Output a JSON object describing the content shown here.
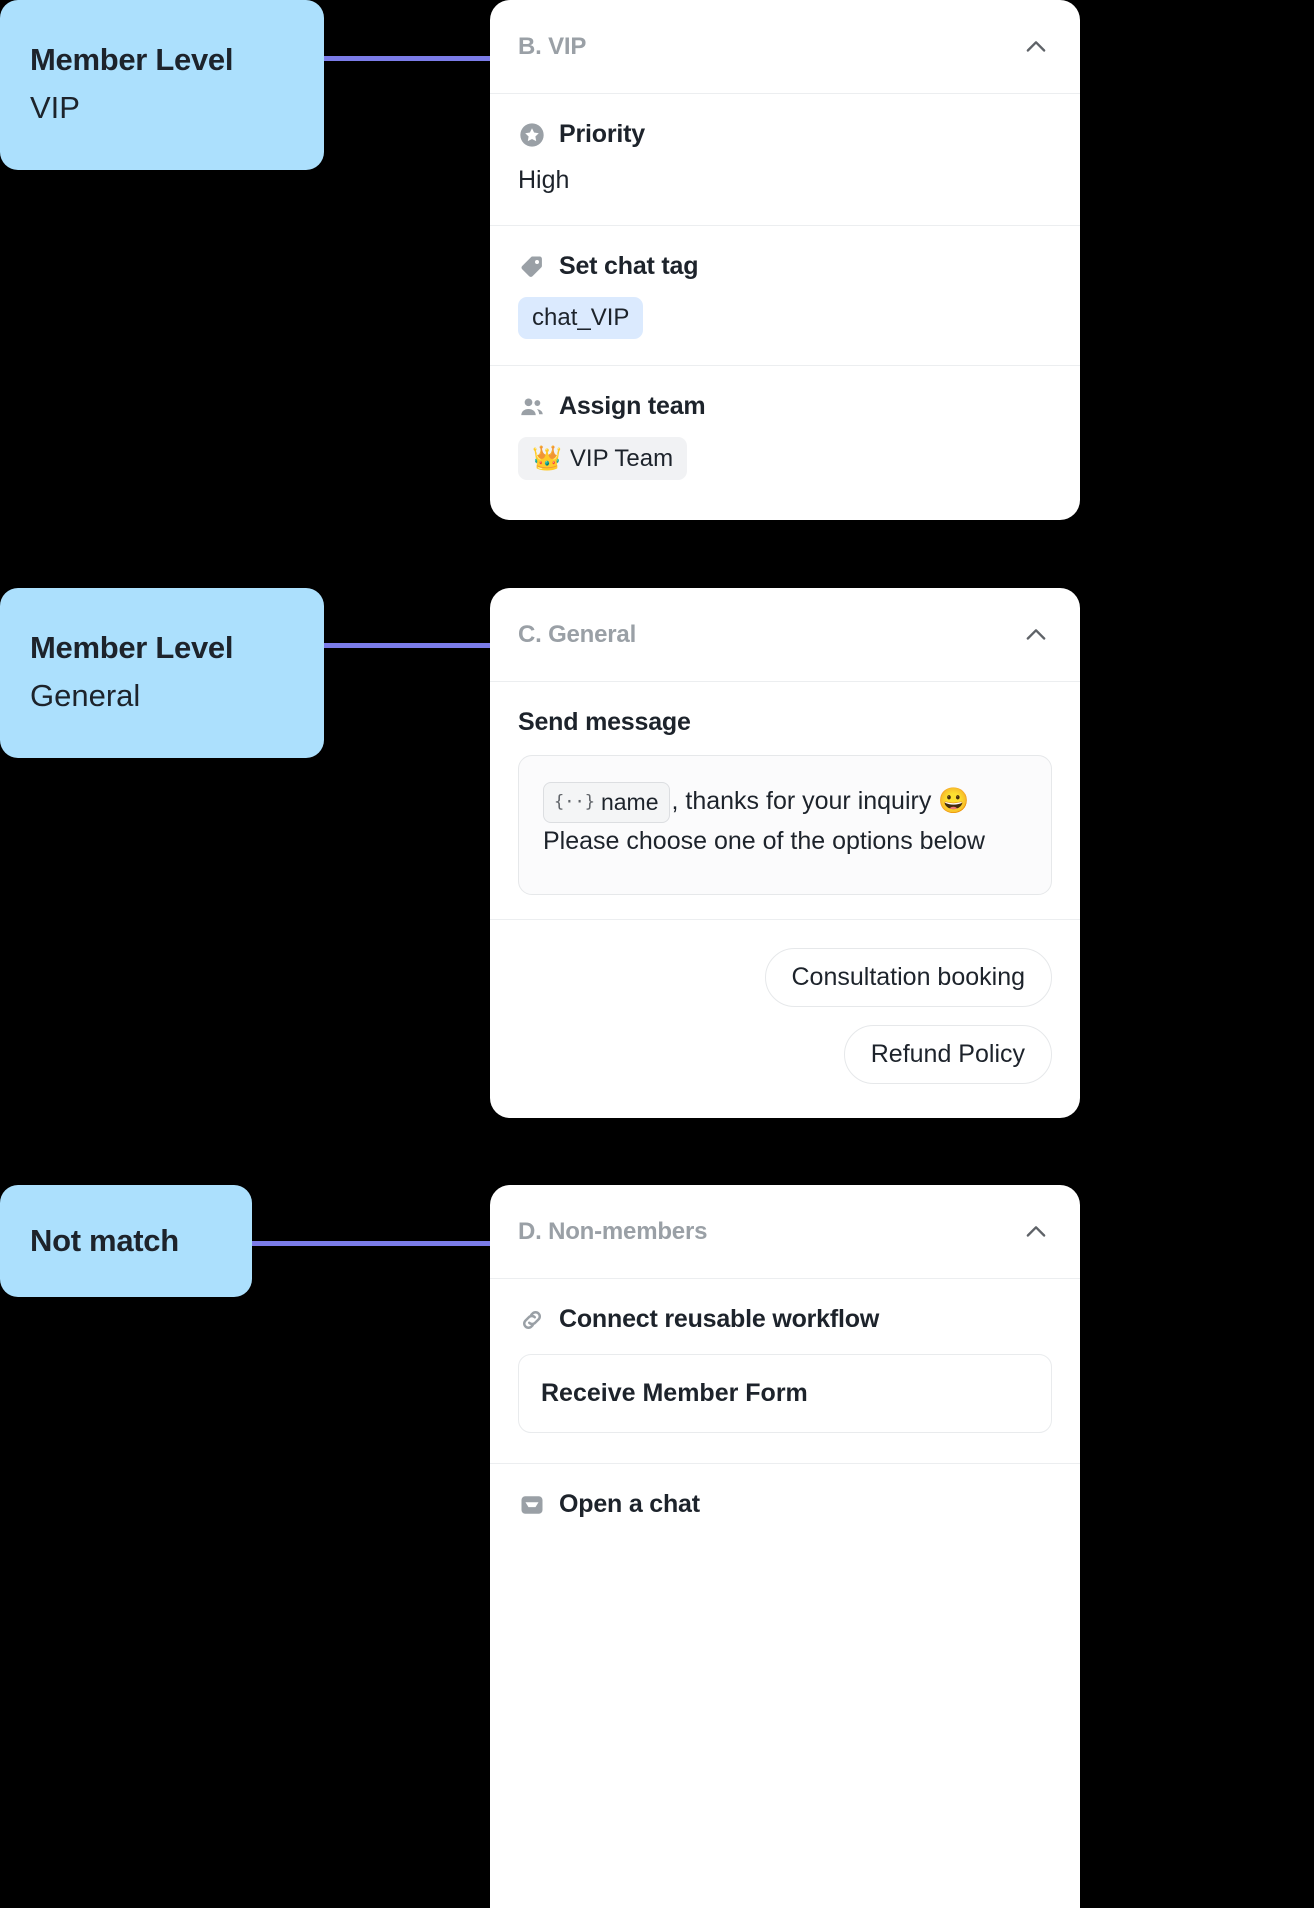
{
  "canvas": {
    "background": "#000000",
    "connector_color": "#7b7ce8",
    "node_color": "#ace0fd"
  },
  "nodes": [
    {
      "title": "Member Level",
      "value": "VIP"
    },
    {
      "title": "Member Level",
      "value": "General"
    },
    {
      "title": "Not match",
      "value": ""
    }
  ],
  "cards": [
    {
      "header": "B. VIP",
      "collapse_icon": "chevron-up-icon",
      "sections": [
        {
          "icon": "star-badge-icon",
          "label": "Priority",
          "value": "High"
        },
        {
          "icon": "tag-icon",
          "label": "Set chat tag",
          "chip": {
            "text": "chat_VIP",
            "style": "blue",
            "color": "#dbeafe"
          }
        },
        {
          "icon": "people-icon",
          "label": "Assign team",
          "chip": {
            "emoji": "👑",
            "text": "VIP Team",
            "style": "grey",
            "color": "#f1f2f4"
          }
        }
      ]
    },
    {
      "header": "C. General",
      "collapse_icon": "chevron-up-icon",
      "message": {
        "title": "Send message",
        "variable_pill": {
          "brace": "{··}",
          "name": "name"
        },
        "line1_rest": ", thanks for your inquiry 😀",
        "line2": "Please choose one of the options below"
      },
      "quick_replies": [
        "Consultation booking",
        "Refund Policy"
      ]
    },
    {
      "header": "D. Non-members",
      "collapse_icon": "chevron-up-icon",
      "sections": [
        {
          "icon": "link-icon",
          "label": "Connect reusable workflow",
          "box": "Receive Member Form"
        },
        {
          "icon": "inbox-icon",
          "label": "Open a chat"
        }
      ]
    }
  ]
}
